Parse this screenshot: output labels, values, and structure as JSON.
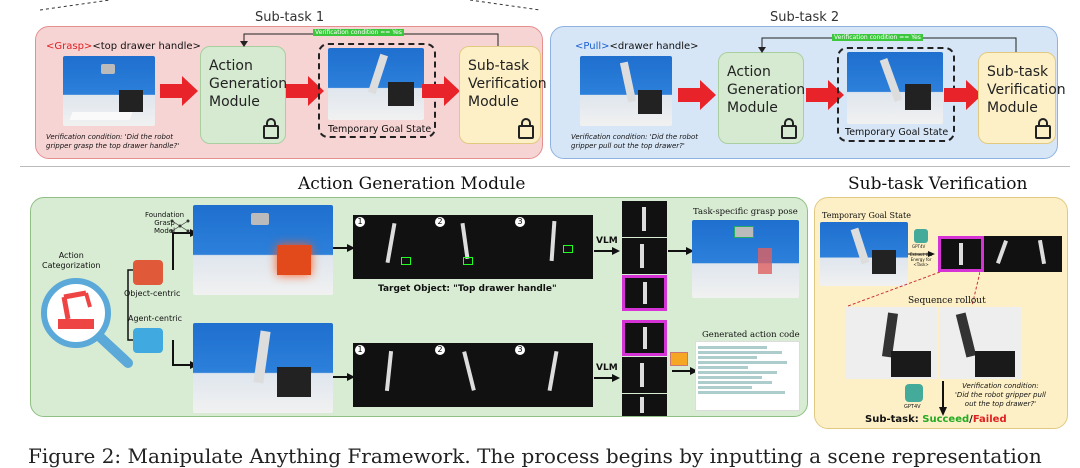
{
  "top": {
    "subtask1": {
      "title": "Sub-task 1",
      "prompt_verb": "<Grasp>",
      "prompt_obj": "<top drawer handle>",
      "action_module": [
        "Action",
        "Generation",
        "Module"
      ],
      "verify_module": [
        "Sub-task",
        "Verification",
        "Module"
      ],
      "goal_label": "Temporary Goal State",
      "cond_label": "Verification condition == Yes",
      "verification_text": [
        "Verification condition: 'Did the robot",
        "gripper grasp the top drawer handle?'"
      ]
    },
    "subtask2": {
      "title": "Sub-task 2",
      "prompt_verb": "<Pull>",
      "prompt_obj": "<drawer handle>",
      "action_module": [
        "Action",
        "Generation",
        "Module"
      ],
      "verify_module": [
        "Sub-task",
        "Verification",
        "Module"
      ],
      "goal_label": "Temporary Goal State",
      "cond_label": "Verification condition == Yes",
      "verification_text": [
        "Verification condition: 'Did the robot",
        "gripper pull out the top drawer?'"
      ]
    }
  },
  "agm": {
    "title": "Action Generation Module",
    "foundation": [
      "Foundation",
      "Grasp",
      "Model"
    ],
    "categorization": [
      "Action",
      "Categorization"
    ],
    "object_centric": "Object-centric",
    "agent_centric": "Agent-centric",
    "vlm": "VLM",
    "target_object": "Target Object: \"Top drawer handle\"",
    "grasp_pose": "Task-specific grasp pose",
    "code_label": "Generated action code",
    "nums": [
      "1",
      "2",
      "3"
    ]
  },
  "stv": {
    "title": "Sub-task Verification",
    "goal_label": "Temporary Goal State",
    "gpt_label": "GPT4V",
    "small_note": [
      "Extract the",
      "Energy for",
      "<Task>"
    ],
    "rollout": "Sequence rollout",
    "condition": [
      "Verification condition:",
      "'Did the robot gripper pull",
      "out the top drawer?'"
    ],
    "result_prefix": "Sub-task: ",
    "succeed": "Succeed",
    "slash": "/",
    "failed": "Failed"
  },
  "caption": "Figure 2: Manipulate Anything Framework. The process begins by inputting a scene representation",
  "colors": {
    "red_panel": "#f7d4d4",
    "blue_panel": "#d7e6f7",
    "green_panel": "#d8ecd3",
    "yellow_panel": "#fdf0c6",
    "arrow_red": "#e8242a",
    "highlight_magenta": "#d633d6",
    "succeed_green": "#22aa22",
    "failed_red": "#e02020"
  }
}
